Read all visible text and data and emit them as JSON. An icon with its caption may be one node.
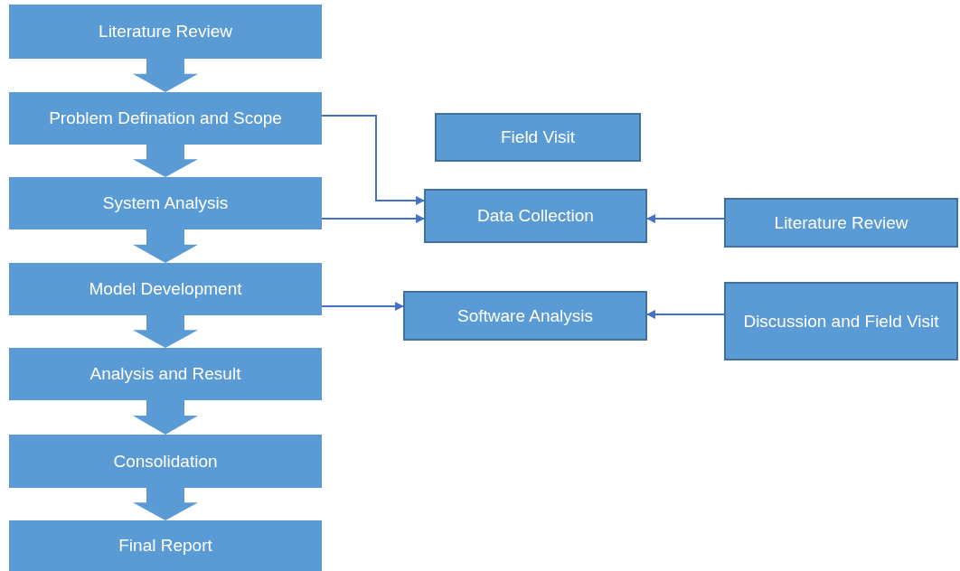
{
  "diagram": {
    "nodes": [
      {
        "text": [
          "Literature Review"
        ]
      },
      {
        "text": [
          "Problem Defination and Scope"
        ]
      },
      {
        "text": [
          "System Analysis"
        ]
      },
      {
        "text": [
          "Model Development"
        ]
      },
      {
        "text": [
          "Analysis and Result"
        ]
      },
      {
        "text": [
          "Consolidation"
        ]
      },
      {
        "text": [
          "Final Report"
        ]
      },
      {
        "text": [
          "Field Visit"
        ]
      },
      {
        "text": [
          "Data Collection"
        ]
      },
      {
        "text": [
          "Literature Review"
        ]
      },
      {
        "text": [
          "Software Analysis"
        ]
      },
      {
        "text": [
          "Discussion and Field Visit"
        ]
      }
    ],
    "edges": [
      {
        "from": 0,
        "to": 1,
        "arrow": "to",
        "style": "thick",
        "color": "#5b9bd5"
      },
      {
        "from": 1,
        "to": 2,
        "arrow": "to",
        "style": "thick",
        "color": "#5b9bd5"
      },
      {
        "from": 2,
        "to": 3,
        "arrow": "to",
        "style": "thick",
        "color": "#5b9bd5"
      },
      {
        "from": 3,
        "to": 4,
        "arrow": "to",
        "style": "thick",
        "color": "#5b9bd5"
      },
      {
        "from": 4,
        "to": 5,
        "arrow": "to",
        "style": "thick",
        "color": "#5b9bd5"
      },
      {
        "from": 5,
        "to": 6,
        "arrow": "to",
        "style": "thick",
        "color": "#5b9bd5"
      },
      {
        "from": 1,
        "to": 8,
        "arrow": "to"
      },
      {
        "from": 2,
        "to": 8,
        "arrow": "to"
      },
      {
        "from": 3,
        "to": 10,
        "arrow": "to"
      },
      {
        "from": 9,
        "to": 8,
        "arrow": "to"
      },
      {
        "from": 11,
        "to": 10,
        "arrow": "to"
      }
    ]
  }
}
